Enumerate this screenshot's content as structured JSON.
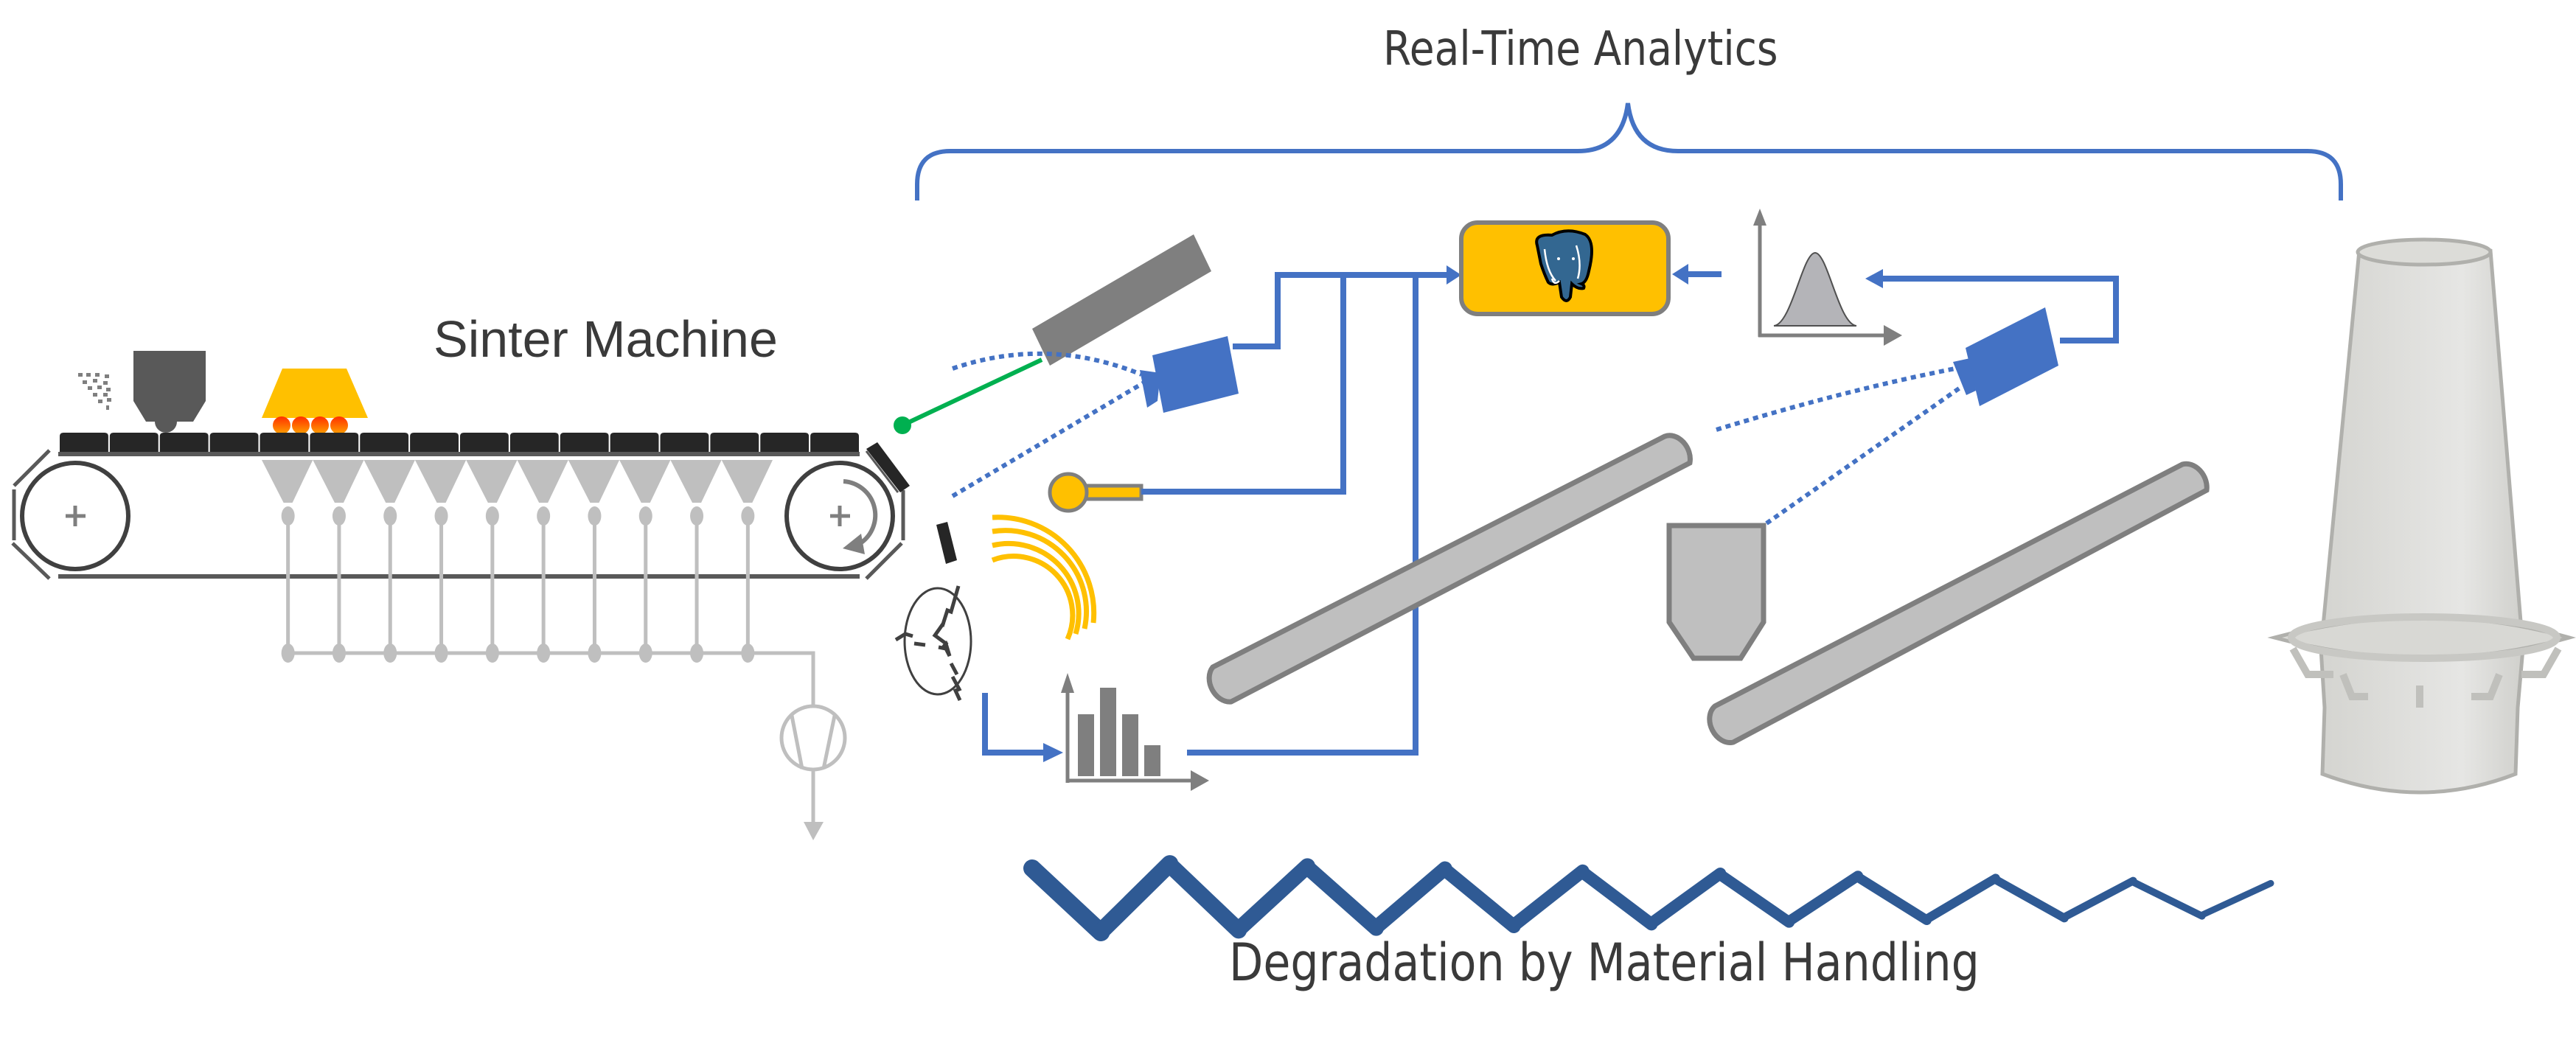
{
  "labels": {
    "sinter_machine": "Sinter Machine",
    "real_time_analytics": "Real-Time Analytics",
    "degradation": "Degradation by Material Handling"
  },
  "colors": {
    "accent_blue": "#4472c4",
    "zigzag_blue": "#2f5a94",
    "database_fill": "#ffc000",
    "database_border": "#7f7f7f",
    "elephant_blue": "#336791",
    "pallet_dark": "#262626",
    "track_gray": "#595959",
    "wind_box_gray": "#bfbfbf",
    "equipment_gray": "#bfbfbf",
    "equipment_stroke": "#7f7f7f",
    "laser_green": "#00b050",
    "ignition_hood": "#ffc000",
    "flame_top": "#ff3000",
    "flame_bottom": "#ffa000",
    "text": "#3a3a3a"
  },
  "icons": {
    "database": "postgresql-elephant-icon",
    "histogram": "histogram-chart-icon",
    "distribution": "bell-curve-chart-icon",
    "camera": "camera-icon",
    "laser": "laser-scanner-icon",
    "thermocouple": "temperature-probe-icon",
    "acoustic": "sound-wave-icon",
    "crusher": "breaking-particle-icon",
    "fan": "exhaust-fan-icon",
    "blast_furnace": "blast-furnace-icon"
  },
  "histogram_bars": [
    0.7,
    1.0,
    0.7,
    0.35
  ],
  "wind_box_count": 10,
  "pallet_count": 16
}
